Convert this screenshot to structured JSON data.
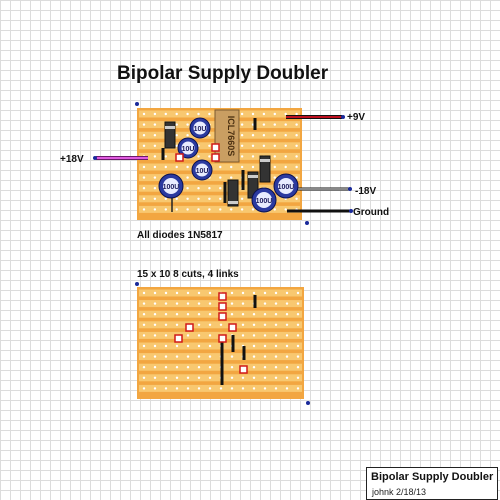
{
  "title": "Bipolar Supply Doubler",
  "labels": {
    "plus9v": "+9V",
    "plus18v": "+18V",
    "minus18v": "-18V",
    "ground": "Ground"
  },
  "components": {
    "ic_label": "ICL7660S",
    "cap_small_1": "10U",
    "cap_small_2": "10U",
    "cap_small_3": "10U",
    "cap_large_1": "100U",
    "cap_large_2": "100U",
    "cap_large_3": "100U"
  },
  "diode_note": "All diodes 1N5817",
  "board2_caption": "15 x 10  8 cuts,  4 links",
  "title_block": {
    "title": "Bipolar Supply Doubler",
    "author_date": "johnk 2/18/13"
  },
  "colors": {
    "board": "#f5a623",
    "strip": "#f7c56a",
    "cap": "#2b3aa0",
    "ic": "#c89b5e",
    "wire_9v": "#c01020",
    "wire_18v": "#cc33cc",
    "wire_ground": "#111111"
  }
}
